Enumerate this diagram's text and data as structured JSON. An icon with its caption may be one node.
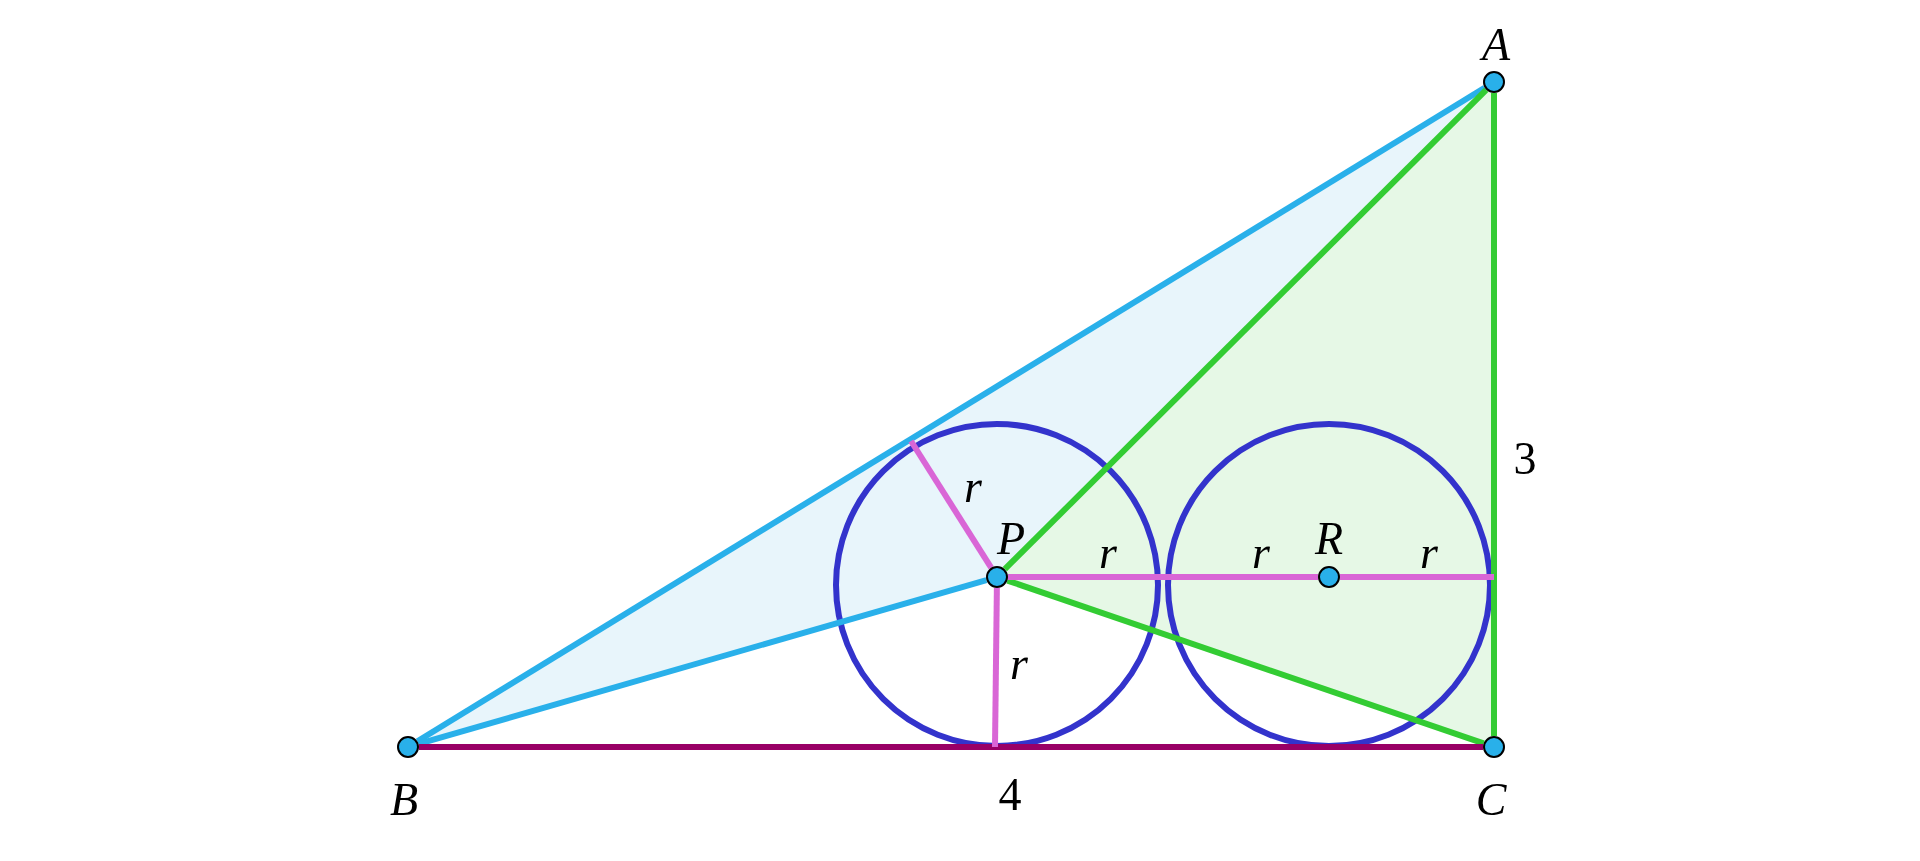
{
  "diagram": {
    "nodes": [
      {
        "text": [],
        "shape": "circle",
        "beside": [
          "A"
        ]
      },
      {
        "text": [],
        "shape": "circle",
        "beside": [
          "B"
        ]
      },
      {
        "text": [],
        "shape": "circle",
        "beside": [
          "C"
        ]
      },
      {
        "text": [],
        "shape": "circle",
        "beside": [
          "P"
        ]
      },
      {
        "text": [],
        "shape": "circle",
        "beside": [
          "R"
        ]
      }
    ],
    "edges": [
      {
        "from": 0,
        "to": 1,
        "arrow": "none",
        "color": "#29b0ea"
      },
      {
        "from": 1,
        "to": 3,
        "arrow": "none",
        "color": "#29b0ea"
      },
      {
        "from": 0,
        "to": 3,
        "arrow": "none",
        "color": "#33cc33"
      },
      {
        "from": 3,
        "to": 2,
        "arrow": "none",
        "color": "#33cc33"
      },
      {
        "from": 0,
        "to": 2,
        "arrow": "none",
        "label": "3",
        "color": "#33cc33"
      },
      {
        "from": 1,
        "to": 2,
        "arrow": "none",
        "label": "4",
        "color": "#990066"
      },
      {
        "from": 3,
        "to": null,
        "arrow": "none",
        "color": "#d966d6"
      },
      {
        "from": 3,
        "to": null,
        "arrow": "none",
        "color": "#d966d6"
      },
      {
        "from": 3,
        "to": 4,
        "arrow": "none",
        "color": "#d966d6"
      },
      {
        "from": 4,
        "to": null,
        "arrow": "none",
        "color": "#d966d6"
      }
    ],
    "labels": [
      "r",
      "r",
      "r",
      "r",
      "r"
    ]
  }
}
